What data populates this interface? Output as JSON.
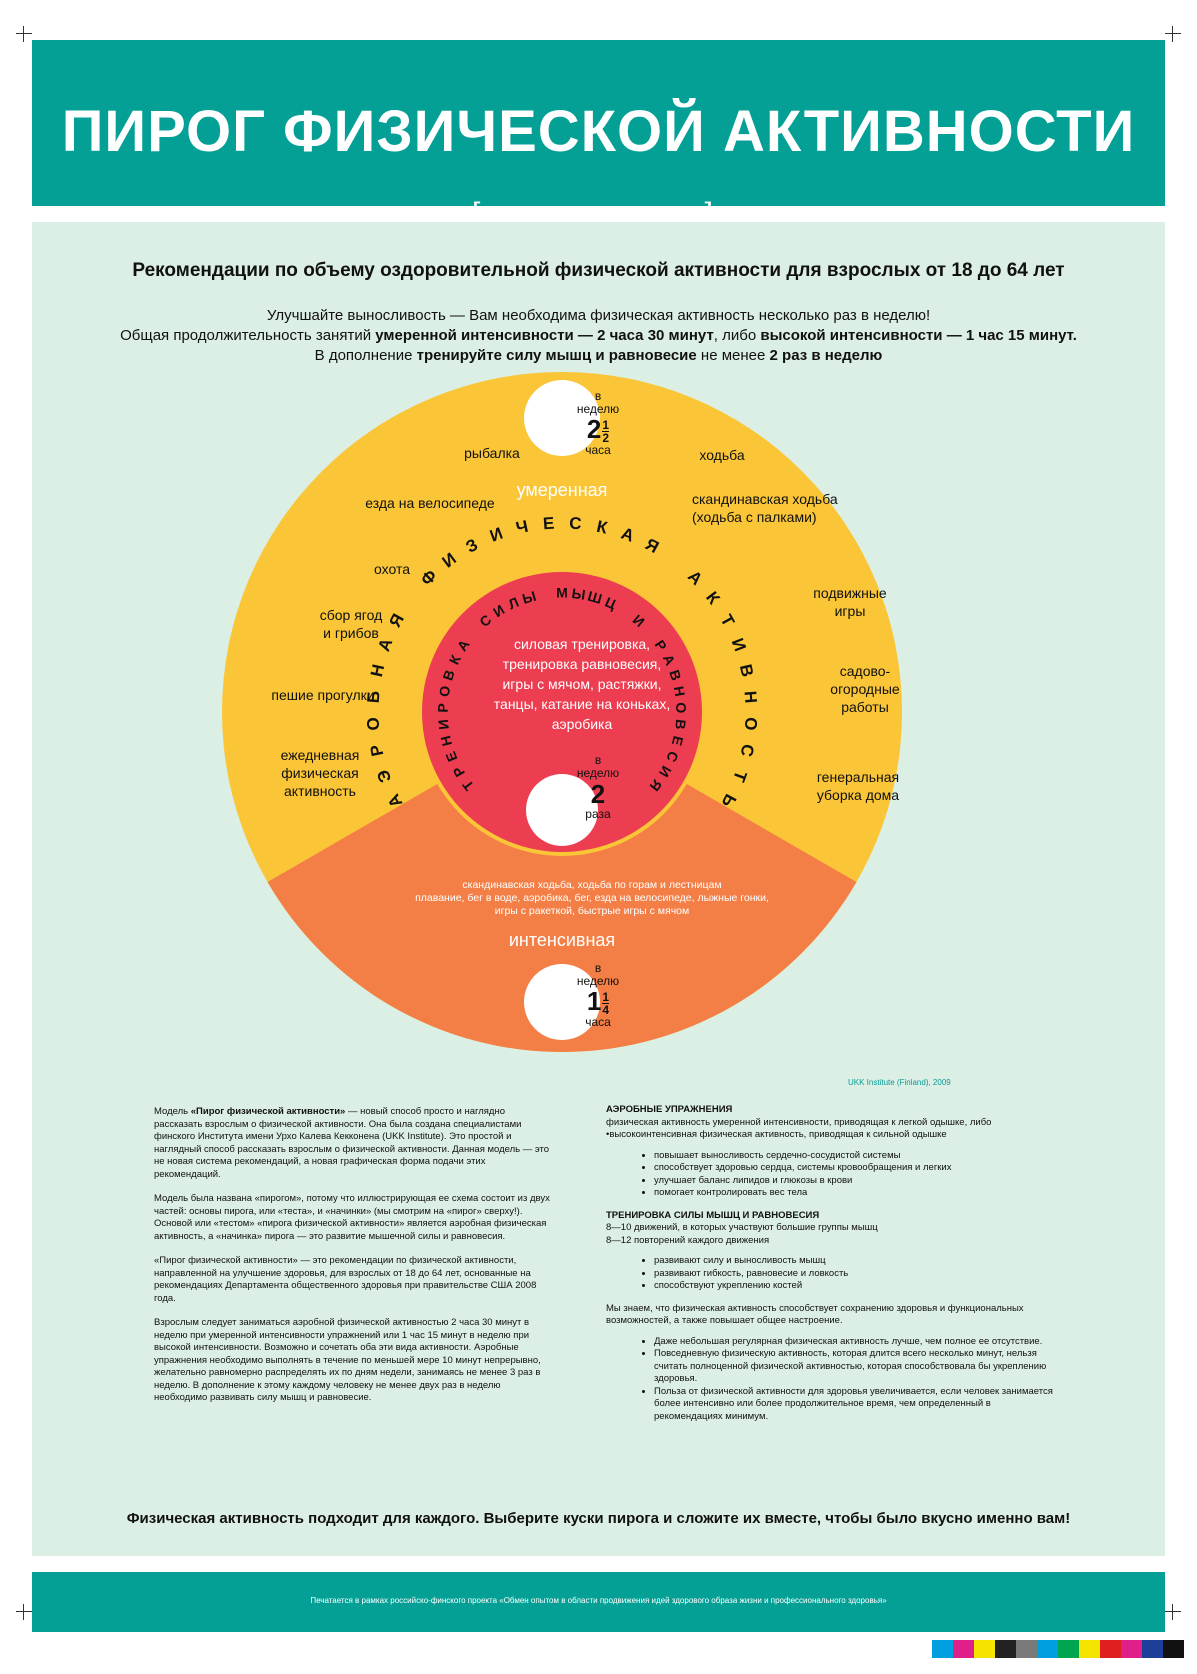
{
  "header": {
    "title": "ПИРОГ ФИЗИЧЕСКОЙ АКТИВНОСТИ",
    "subtitle": "[ неделя ]"
  },
  "recommendation": {
    "title": "Рекомендации по объему оздоровительной физической активности для взрослых от 18 до 64 лет",
    "line1": "Улучшайте выносливость — Вам необходима физическая активность несколько раз в неделю!",
    "line2_a": "Общая продолжительность занятий ",
    "line2_b": "умеренной интенсивности — 2 часа 30 минут",
    "line2_c": ", либо ",
    "line2_d": "высокой интенсивности — 1 час 15 минут.",
    "line3_a": "В дополнение ",
    "line3_b": "тренируйте силу мышц и равновесие",
    "line3_c": " не менее ",
    "line3_d": "2 раз в неделю"
  },
  "pie": {
    "colors": {
      "moderate": "#fac537",
      "intensive": "#f47f46",
      "strength": "#ec3d51",
      "teal": "#04a096"
    },
    "moderate_label": "умеренная",
    "intensive_label": "интенсивная",
    "aerobic_arc": "АЭРОБНАЯ ФИЗИЧЕСКАЯ АКТИВНОСТЬ",
    "strength_arc": "ТРЕНИРОВКА СИЛЫ МЫШЦ И РАВНОВЕСИЯ",
    "badge_moderate": {
      "pre": "в",
      "pre2": "неделю",
      "whole": "2",
      "num": "1",
      "den": "2",
      "unit": "часа"
    },
    "badge_intensive": {
      "pre": "в",
      "pre2": "неделю",
      "whole": "1",
      "num": "1",
      "den": "4",
      "unit": "часа"
    },
    "badge_strength": {
      "pre": "в",
      "pre2": "неделю",
      "whole": "2",
      "unit": "раза"
    },
    "moderate_items": {
      "fishing": "рыбалка",
      "walking": "ходьба",
      "cycling": "езда на велосипеде",
      "nordic": "скандинавская ходьба\n(ходьба с палками)",
      "hunting": "охота",
      "games": "подвижные\nигры",
      "berries": "сбор ягод\nи грибов",
      "garden": "садово-\nогородные\nработы",
      "hiking": "пешие прогулки",
      "daily": "ежедневная\nфизическая\nактивность",
      "cleaning": "генеральная\nуборка дома"
    },
    "strength_items": "силовая тренировка,\nтренировка равновесия,\nигры с мячом, растяжки,\nтанцы, катание на коньках,\nаэробика",
    "intensive_items": "скандинавская ходьба, ходьба по горам и лестницам\nплавание, бег в воде, аэробика, бег, езда на велосипеде, лыжные гонки,\nигры с ракеткой, быстрые игры с мячом"
  },
  "credit": "UKK Institute (Finland), 2009",
  "left_column": {
    "p1_a": "Модель ",
    "p1_b": "«Пирог физической активности»",
    "p1_c": " — новый способ просто и наглядно рассказать взрослым о физической активности. Она была создана специалистами финского Института имени Урхо Калева Кекконена (UKK Institute). Это простой и наглядный способ рассказать взрослым о физической активности. Данная модель — это не новая система рекомендаций, а новая графическая форма подачи этих рекомендаций.",
    "p2": "Модель была названа «пирогом», потому что иллюстрирующая ее схема состоит из двух частей: основы пирога, или «теста», и «начинки» (мы смотрим на «пирог» сверху!). Основой или «тестом» «пирога физической активности» является аэробная физическая активность, а «начинка» пирога — это развитие мышечной силы и равновесия.",
    "p3": "«Пирог физической активности» — это рекомендации по физической активности, направленной на улучшение здоровья, для взрослых от 18 до 64 лет, основанные на рекомендациях Департамента общественного здоровья при правительстве США 2008 года.",
    "p4": "Взрослым следует заниматься аэробной физической активностью 2 часа 30 минут в неделю при умеренной интенсивности упражнений или 1 час 15 минут в неделю при высокой интенсивности. Возможно и сочетать оба эти вида активности. Аэробные упражнения необходимо выполнять в течение по меньшей мере 10 минут непрерывно, желательно равномерно распределять их по дням недели, занимаясь не менее 3 раз в неделю. В дополнение к этому каждому человеку не менее двух раз в неделю необходимо развивать силу мышц и равновесие."
  },
  "right_column": {
    "aerobic_title": "АЭРОБНЫЕ УПРАЖНЕНИЯ",
    "aerobic_desc1": "физическая активность умеренной интенсивности, приводящая к легкой одышке, либо",
    "aerobic_desc2": "•высокоинтенсивная физическая активность, приводящая к сильной одышке",
    "aerobic_bullets": [
      "повышает выносливость сердечно-сосудистой системы",
      "способствует здоровью сердца, системы кровообращения и легких",
      "улучшает баланс липидов и глюкозы в крови",
      "помогает контролировать вес тела"
    ],
    "strength_title": "ТРЕНИРОВКА СИЛЫ МЫШЦ И РАВНОВЕСИЯ",
    "strength_desc1": "8—10 движений, в которых участвуют большие группы мышц",
    "strength_desc2": "8—12 повторений каждого движения",
    "strength_bullets": [
      "развивают силу и выносливость мышц",
      "развивают гибкость, равновесие и ловкость",
      "способствуют укреплению костей"
    ],
    "know": "Мы знаем, что физическая активность способствует сохранению здоровья и функциональных возможностей, а также повышает общее настроение.",
    "know_bullets": [
      "Даже небольшая регулярная физическая активность лучше, чем полное ее отсутствие.",
      "Повседневную физическую активность, которая длится всего несколько минут, нельзя считать полноценной физической активностью, которая способствовала бы укреплению здоровья.",
      "Польза от физической активности для здоровья увеличивается, если человек занимается более интенсивно или более продолжительное время, чем определенный в рекомендациях минимум."
    ]
  },
  "slogan": "Физическая активность подходит для каждого. Выберите куски пирога и сложите их вместе, чтобы было вкусно именно вам!",
  "footer": "Печатается в рамках российско-финского проекта «Обмен опытом в области продвижения идей здорового образа жизни и профессионального здоровья»",
  "color_bars": [
    "#00a0e0",
    "#e0208a",
    "#f5e400",
    "#222222",
    "#7a7a7a",
    "#00a0e0",
    "#00a54f",
    "#f5e400",
    "#e02020",
    "#e0208a",
    "#1d3f9a",
    "#111111"
  ]
}
